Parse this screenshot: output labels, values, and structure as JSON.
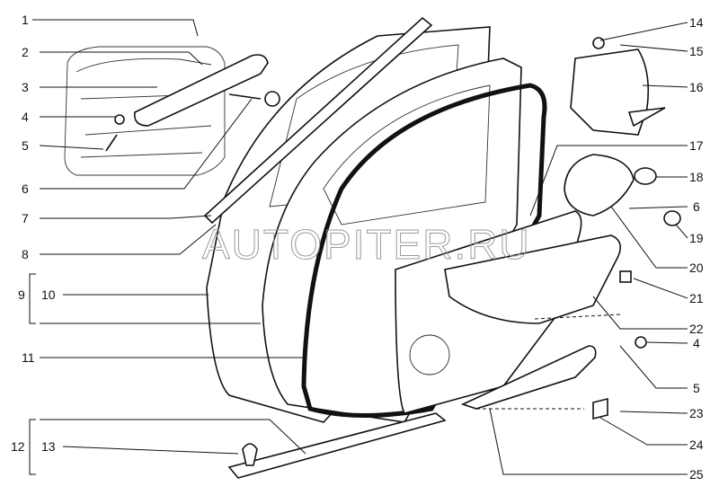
{
  "watermark": "AUTOPITER.RU",
  "callouts_left": [
    "1",
    "2",
    "3",
    "4",
    "5",
    "6",
    "7",
    "8",
    "9",
    "10",
    "11",
    "12",
    "13"
  ],
  "callouts_right": [
    "14",
    "15",
    "16",
    "17",
    "18",
    "6",
    "19",
    "20",
    "21",
    "22",
    "4",
    "5",
    "23",
    "24",
    "25"
  ]
}
